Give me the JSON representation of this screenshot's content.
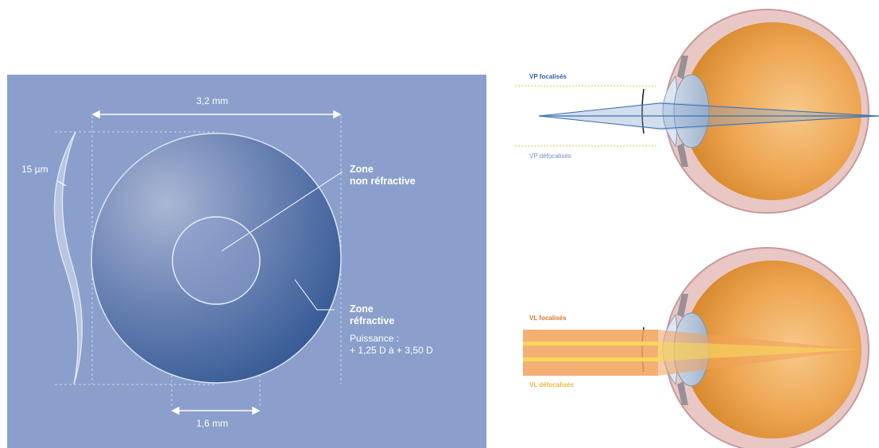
{
  "lens_panel": {
    "dim_top": "3,2 mm",
    "dim_bottom": "1,6 mm",
    "thickness": "15 µm",
    "zone_non_refractive_line1": "Zone",
    "zone_non_refractive_line2": "non réfractive",
    "zone_refractive_line1": "Zone",
    "zone_refractive_line2": "réfractive",
    "power_label": "Puissance :",
    "power_range": "+ 1,25 D à + 3,50 D"
  },
  "eye_top": {
    "focused": "VP focalisés",
    "defocused": "VP défocalisés"
  },
  "eye_bottom": {
    "focused": "VL focalisés",
    "defocused": "VL défocalisés"
  },
  "colors": {
    "panel_bg": "#8a9fcb",
    "near_rays": "#3f6fb0",
    "far_rays": "#f2a15a",
    "focal_yellow": "#f5d85c"
  }
}
